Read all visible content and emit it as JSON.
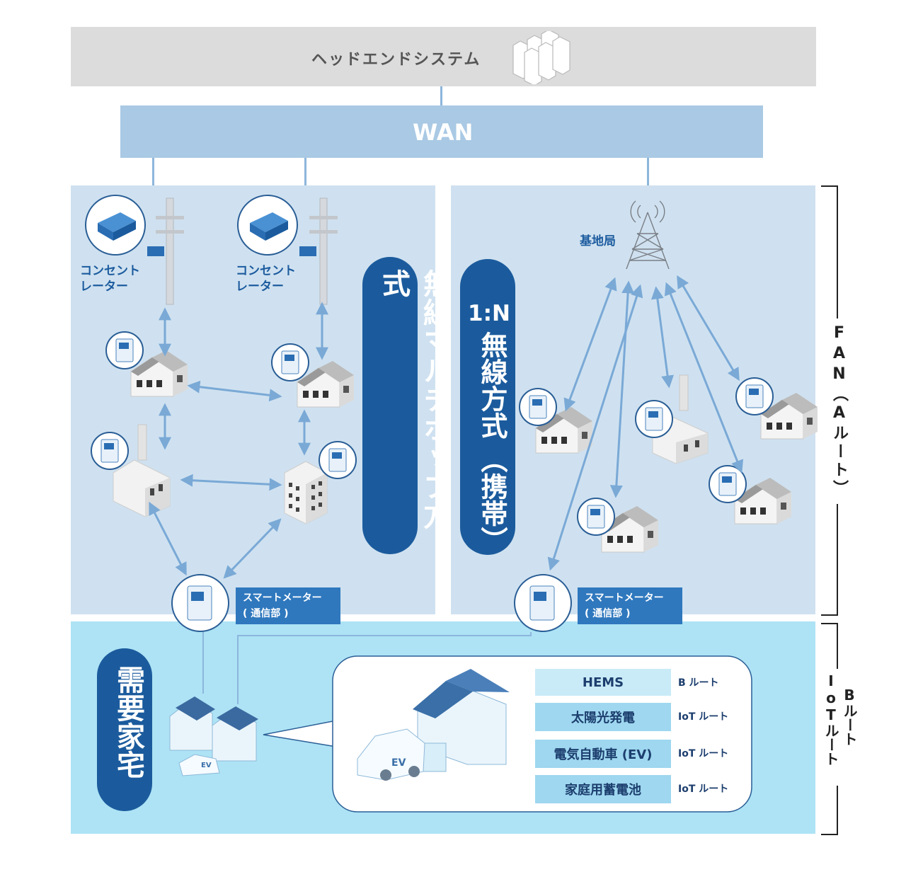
{
  "headend": {
    "label": "ヘッドエンドシステム"
  },
  "wan": {
    "label": "WAN"
  },
  "left_panel": {
    "repeater_label_1": "コンセント\nレーター",
    "repeater_label_2": "コンセント\nレーター",
    "method_label": "無線マルチホップ方式",
    "smart_meter_label_1": "スマートメーター",
    "smart_meter_label_2": "( 通信部 )"
  },
  "right_panel": {
    "base_station_label": "基地局",
    "method_label_1": "1:N",
    "method_label_2": "無線方式",
    "method_label_3": "（携帯）",
    "smart_meter_label_1": "スマートメーター",
    "smart_meter_label_2": "( 通信部 )"
  },
  "bottom_panel": {
    "home_label": "需要家宅",
    "ev_tag": "EV",
    "rows": [
      {
        "name": "HEMS",
        "route": "B ルート"
      },
      {
        "name": "太陽光発電",
        "route": "IoT ルート"
      },
      {
        "name": "電気自動車 (EV)",
        "route": "IoT ルート"
      },
      {
        "name": "家庭用蓄電池",
        "route": "IoT ルート"
      }
    ]
  },
  "brackets": {
    "fan_label": "FAN（Aルート）",
    "b_label": "Bルート",
    "iot_label": "IoTルート"
  },
  "colors": {
    "headend_bg": "#dcdcdc",
    "wan_bg": "#a9c9e4",
    "panel_bg": "#cfe1f0",
    "bottom_bg": "#ade3f5",
    "accent_dark": "#1b5b9d",
    "arrow": "#7aa9d6"
  }
}
